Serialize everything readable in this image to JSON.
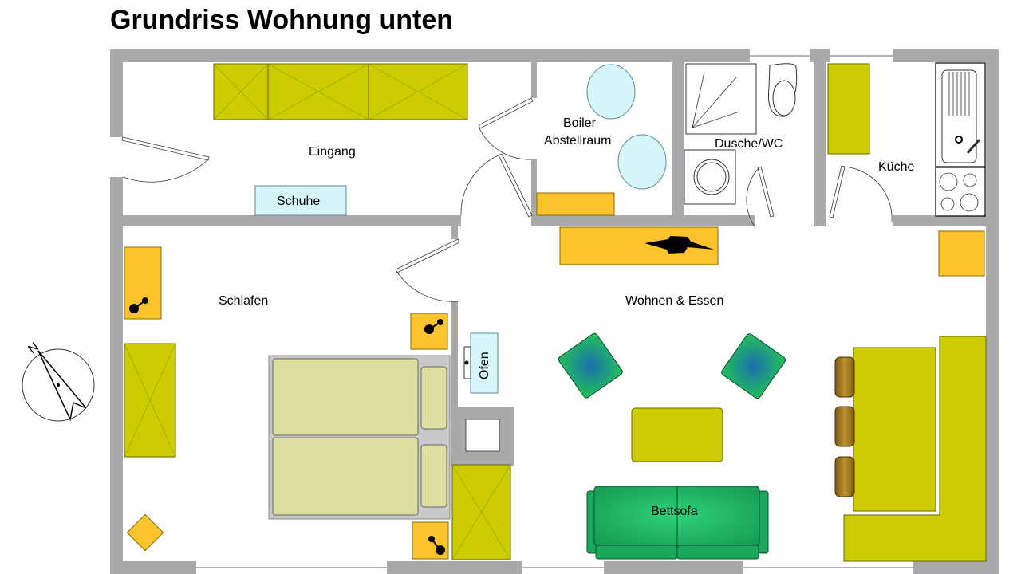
{
  "title": "Grundriss Wohnung unten",
  "rooms": {
    "eingang": "Eingang",
    "boiler": "Boiler",
    "abstellraum": "Abstellraum",
    "dusche_wc": "Dusche/WC",
    "kueche": "Küche",
    "schlafen": "Schlafen",
    "wohnen_essen": "Wohnen & Essen"
  },
  "furniture": {
    "schuhe": "Schuhe",
    "ofen": "Ofen",
    "bettsofa": "Bettsofa"
  },
  "compass": {
    "north_label": "N"
  },
  "colors": {
    "wall": "#a9a9a9",
    "cabinet": "#cccc00",
    "orange": "#fbc42c",
    "light_blue": "#d7f6f9",
    "chair": "#1faa5a",
    "sofa": "#22c06a"
  }
}
